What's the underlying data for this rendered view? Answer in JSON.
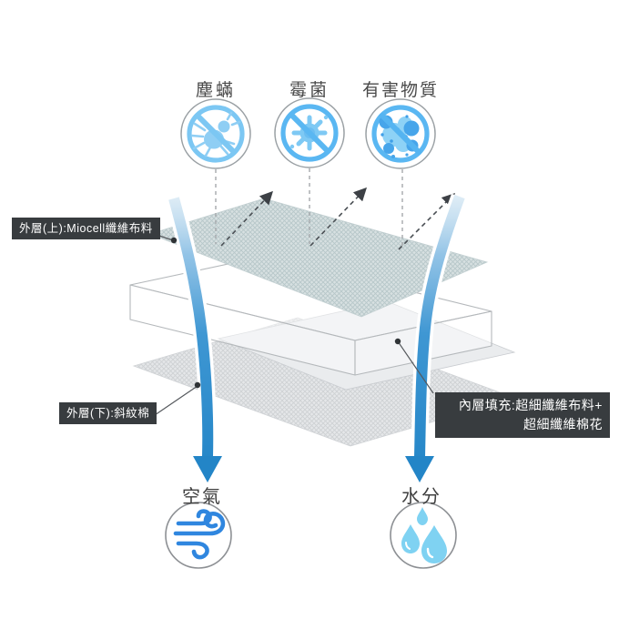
{
  "threats": {
    "items": [
      {
        "label": "塵蟎",
        "icon": "no-dust-mite-icon"
      },
      {
        "label": "霉菌",
        "icon": "no-mold-icon"
      },
      {
        "label": "有害物質",
        "icon": "no-harmful-substance-icon"
      }
    ]
  },
  "layer_labels": {
    "outer_top": "外層(上):Miocell纖維布料",
    "outer_bottom": "外層(下):斜紋棉",
    "inner_fill_line1": "內層填充:超細纖維布料+",
    "inner_fill_line2": "超細纖維棉花"
  },
  "flows": {
    "air": {
      "label": "空氣",
      "icon": "wind-icon"
    },
    "water": {
      "label": "水分",
      "icon": "water-drops-icon"
    }
  },
  "colors": {
    "flow_blue": "#2385c7",
    "icon_ring_blue": "#5ab7f2",
    "icon_ring_blue_light": "#7cc7f3",
    "icon_fill_light": "#8fcef4",
    "icon_fill_dark": "#47a5ea",
    "wind_blue": "#2f86df",
    "water_blue": "#7fd2f2",
    "label_box_bg": "#383c3f",
    "label_box_text": "#ffffff",
    "top_sheet_base": "#d7e0e1",
    "top_sheet_hatch": "#b7c7c9",
    "bottom_sheet_base": "#e5e7e9",
    "bottom_sheet_hatch": "#ced1d4",
    "text_gray": "#4a4a4a"
  }
}
